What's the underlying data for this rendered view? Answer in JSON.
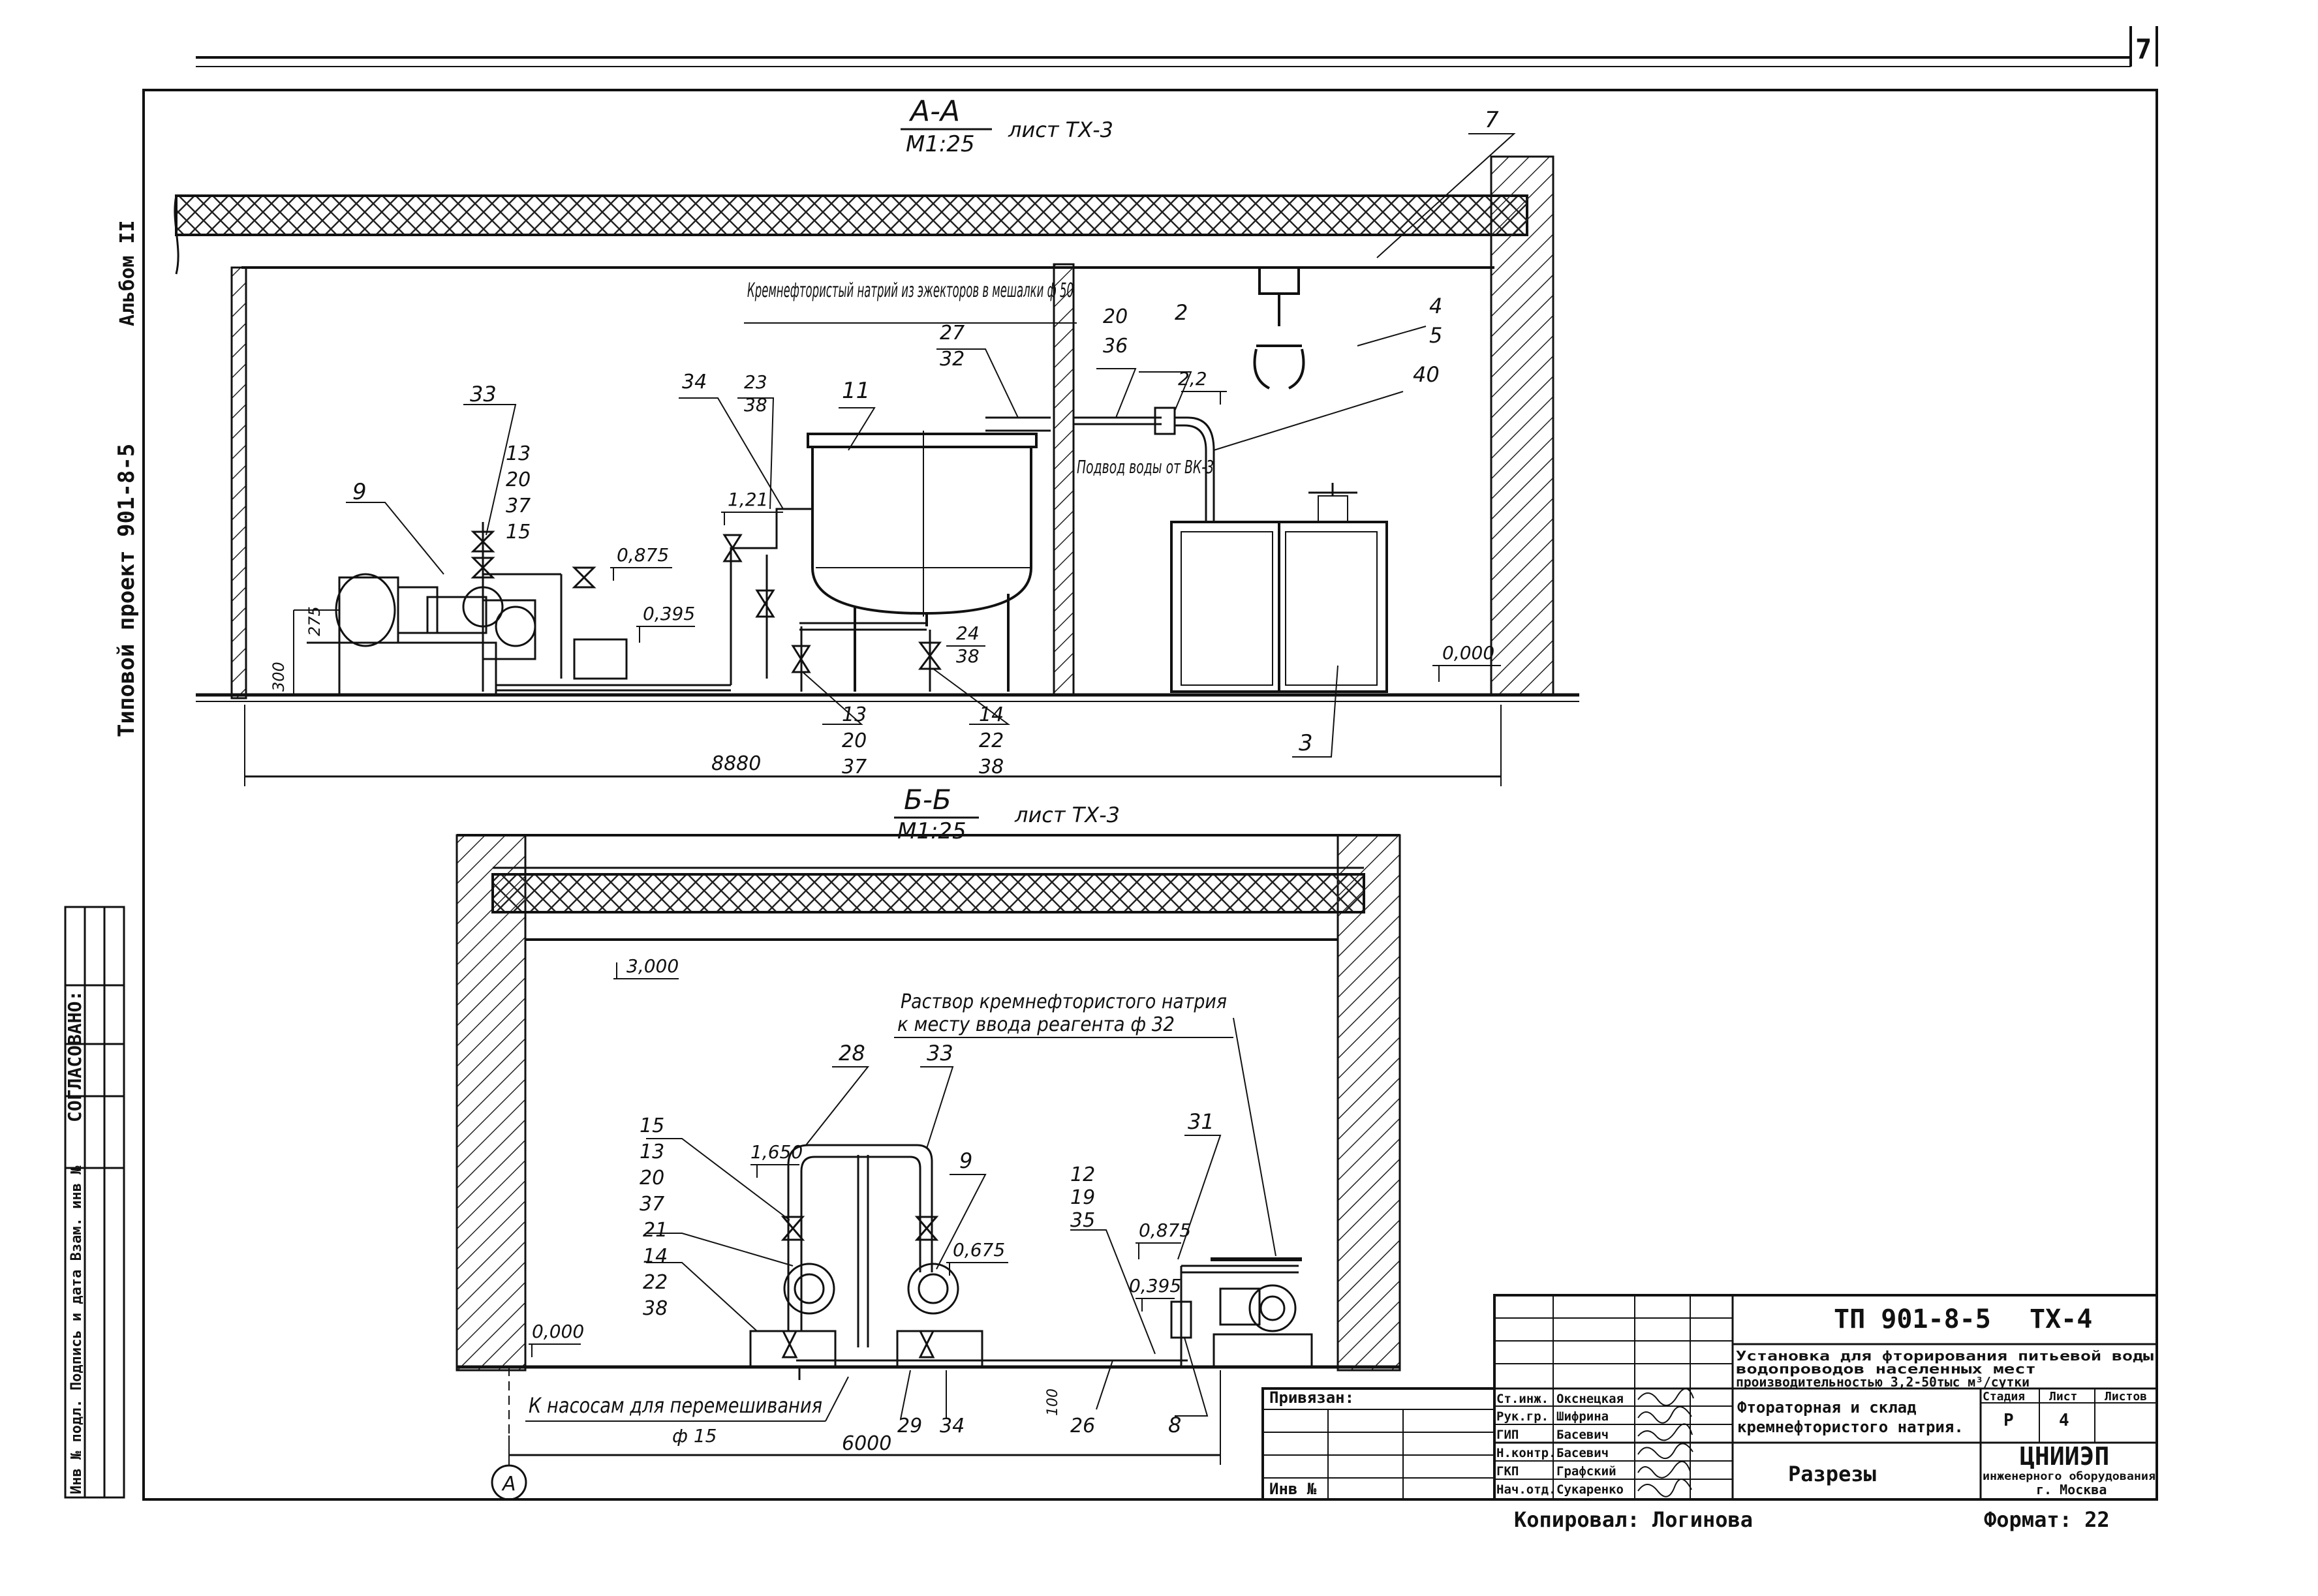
{
  "sheet": {
    "page_number": "7",
    "side_text_top": "Типовой проект 901-8-5",
    "side_text_album": "Альбом II",
    "side_text_agreed": "СОГЛАСОВАНО:",
    "side_text_inv": "Инв № подл. Подпись и дата Взам. инв №"
  },
  "section_aa": {
    "title": "А-А",
    "scale": "М1:25",
    "sheet_ref": "лист ТХ-3",
    "overall_dim": "8880",
    "note_top": "Кремнефтористый натрий из эжекторов в мешалки ф 50",
    "note_water": "Подвод воды от ВК-3",
    "elev_zero": "0,000",
    "elev_875": "0,875",
    "elev_395": "0,395",
    "elev_121": "1,21",
    "elev_22": "2,2",
    "dim_300": "300",
    "dim_275": "275",
    "callouts": {
      "c7": "7",
      "c4": "4",
      "c5": "5",
      "c40": "40",
      "c2": "2",
      "c20": "20",
      "c36": "36",
      "c27": "27",
      "c32": "32",
      "c11": "11",
      "c34": "34",
      "c23": "23",
      "c38": "38",
      "c33": "33",
      "c13a": "13",
      "c20a": "20",
      "c37a": "37",
      "c15a": "15",
      "c9": "9",
      "c24": "24",
      "c38b": "38",
      "c13b": "13",
      "c20b": "20",
      "c37b": "37",
      "c14": "14",
      "c22": "22",
      "c38c": "38",
      "c3": "3"
    }
  },
  "section_bb": {
    "title": "Б-Б",
    "scale": "М1:25",
    "sheet_ref": "лист ТХ-3",
    "elev_3000": "3,000",
    "elev_1650": "1,650",
    "elev_0675": "0,675",
    "elev_0875": "0,875",
    "elev_0395": "0,395",
    "elev_zero": "0,000",
    "note_solution_1": "Раствор кремнефтористого натрия",
    "note_solution_2": "к месту ввода реагента ф 32",
    "note_pumps_1": "К насосам для перемешивания",
    "note_pumps_2": "ф 15",
    "overall_dim": "6000",
    "dim_100": "100",
    "axis": "А",
    "callouts": {
      "c28": "28",
      "c33": "33",
      "c15": "15",
      "c13": "13",
      "c20": "20",
      "c37": "37",
      "c21": "21",
      "c14": "14",
      "c22": "22",
      "c38": "38",
      "c9": "9",
      "c12": "12",
      "c19": "19",
      "c35": "35",
      "c31": "31",
      "c8": "8",
      "c26": "26",
      "c29": "29",
      "c34": "34"
    }
  },
  "title_block": {
    "project_code": "ТП 901-8-5",
    "sheet_code": "ТХ-4",
    "description_1": "Установка для фторирования питьевой воды",
    "description_2": "водопроводов населенных мест",
    "description_3": "производительностью 3,2-50тыс м³/сутки",
    "object_1": "Фтораторная и склад",
    "object_2": "кремнефтористого натрия.",
    "drawing_name": "Разрезы",
    "stage_label": "Стадия",
    "sheet_label": "Лист",
    "sheets_label": "Листов",
    "stage_value": "Р",
    "sheet_value": "4",
    "org_1": "ЦНИИЭП",
    "org_2": "инженерного оборудования",
    "org_3": "г. Москва",
    "attached": "Привязан:",
    "inv_no": "Инв №",
    "copied_by": "Копировал: Логинова",
    "format": "Формат: 22",
    "staff": [
      {
        "role": "Ст.инж.",
        "name": "Окснецкая"
      },
      {
        "role": "Рук.гр.",
        "name": "Шифрина"
      },
      {
        "role": "ГИП",
        "name": "Басевич"
      },
      {
        "role": "Н.контр.",
        "name": "Басевич"
      },
      {
        "role": "ГКП",
        "name": "Графский"
      },
      {
        "role": "Нач.отд.",
        "name": "Сукаренко"
      }
    ]
  }
}
